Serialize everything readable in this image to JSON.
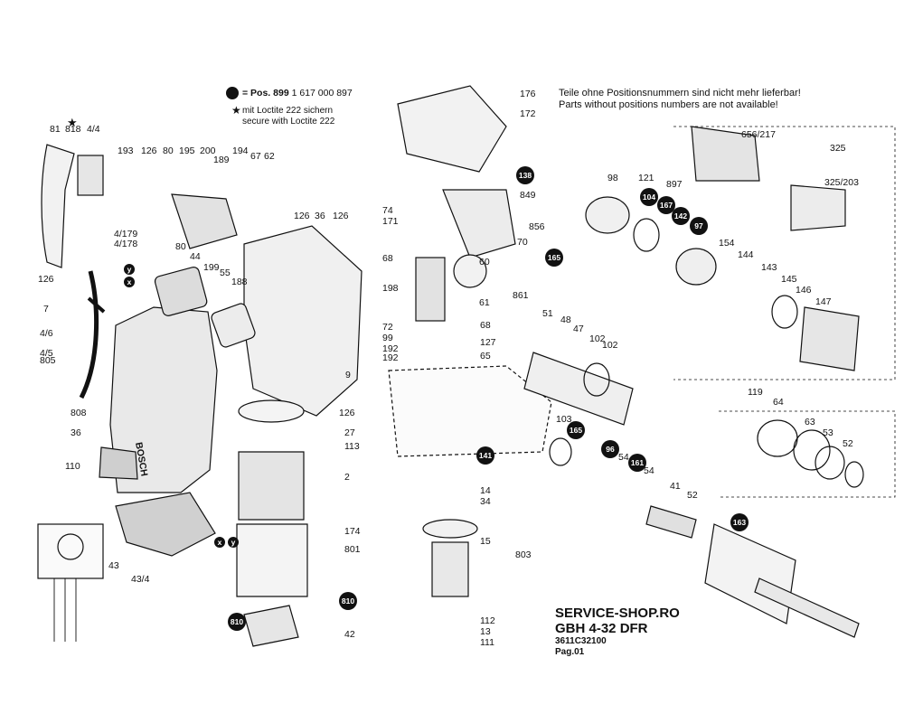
{
  "legend": {
    "pos_label": "= Pos. 899",
    "part_number": "1 617 000 897"
  },
  "loctite": {
    "line1": "mit Loctite 222 sichern",
    "line2": "secure with Loctite 222"
  },
  "notice": {
    "line1": "Teile ohne Positionsnummern sind nicht mehr lieferbar!",
    "line2": "Parts without positions numbers are not available!"
  },
  "title_block": {
    "shop": "SERVICE-SHOP.RO",
    "model": "GBH 4-32 DFR",
    "code": "3611C32100",
    "page": "Pag.01"
  },
  "housing_brand": "BOSCH",
  "labels": [
    "81",
    "818",
    "4/4",
    "193",
    "126",
    "80",
    "195",
    "200",
    "189",
    "194",
    "67",
    "62",
    "4/179",
    "4/178",
    "126",
    "36",
    "126",
    "126",
    "7",
    "80",
    "44",
    "199",
    "55",
    "188",
    "4/6",
    "805",
    "4/5",
    "808",
    "36",
    "110",
    "9",
    "126",
    "27",
    "113",
    "2",
    "174",
    "801",
    "42",
    "43",
    "43/4",
    "176",
    "172",
    "849",
    "74",
    "171",
    "856",
    "70",
    "68",
    "60",
    "861",
    "61",
    "198",
    "72",
    "68",
    "99",
    "127",
    "192",
    "192",
    "65",
    "14",
    "34",
    "15",
    "803",
    "112",
    "13",
    "111",
    "51",
    "48",
    "47",
    "102",
    "102",
    "103",
    "54",
    "54",
    "41",
    "52",
    "656/217",
    "325",
    "325/203",
    "98",
    "121",
    "897",
    "154",
    "144",
    "143",
    "145",
    "146",
    "147",
    "119",
    "64",
    "63",
    "53",
    "52"
  ],
  "badges": [
    "138",
    "165",
    "104",
    "167",
    "142",
    "97",
    "165",
    "141",
    "96",
    "161",
    "163",
    "810",
    "810"
  ],
  "wire_markers": [
    "y",
    "x",
    "x",
    "y"
  ],
  "colors": {
    "ink": "#111111",
    "paper": "#ffffff",
    "shade": "#d8d8d8"
  }
}
